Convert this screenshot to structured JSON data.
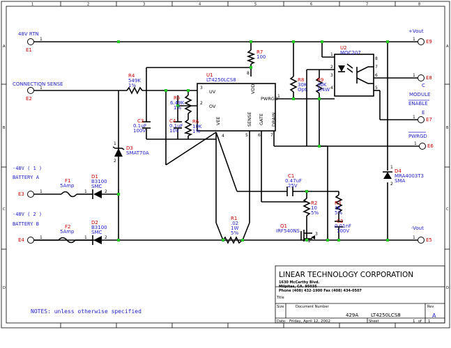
{
  "connectors": {
    "e1": {
      "ref": "E1",
      "label": "48V RTN"
    },
    "e2": {
      "ref": "E2",
      "label": "CONNECTION SENSE"
    },
    "e3": {
      "ref": "E3",
      "label": "-48V ( 1 )",
      "sub": "BATTERY A"
    },
    "e4": {
      "ref": "E4",
      "label": "-48V ( 2 )",
      "sub": "BATTERY B"
    },
    "e5": {
      "ref": "E5",
      "label": "-Vout"
    },
    "e6": {
      "ref": "E6",
      "label": "PWRGD"
    },
    "e7": {
      "ref": "E7"
    },
    "e8": {
      "ref": "E8"
    },
    "e9": {
      "ref": "E9",
      "label": "+Vout"
    },
    "module_enable": [
      "C",
      "MODULE",
      "ENABLE",
      "E"
    ]
  },
  "components": {
    "r1": {
      "ref": "R1",
      "value": ".02",
      "v2": "1W",
      "v3": "5%"
    },
    "r2": {
      "ref": "R2",
      "value": "10",
      "v2": "5%"
    },
    "r3": {
      "ref": "R3",
      "value": "1K",
      "v2": "5%"
    },
    "r4": {
      "ref": "R4",
      "value": "549K",
      "v2": "1%"
    },
    "r5": {
      "ref": "R5",
      "value": "6.49K",
      "v2": "1%"
    },
    "r6": {
      "ref": "R6",
      "value": "10K",
      "v2": "1%"
    },
    "r7": {
      "ref": "R7",
      "value": "100"
    },
    "r8": {
      "ref": "R8",
      "value": "30K",
      "v2": "Opt."
    },
    "r9": {
      "ref": "R9",
      "value": "30K",
      "v2": "1/4W"
    },
    "c1": {
      "ref": "C1",
      "value": "0.47uF",
      "v2": "25V"
    },
    "c2": {
      "ref": "C2",
      "value": "0.01nF",
      "v2": "100V"
    },
    "c3": {
      "ref": "C3",
      "value": "0.1uF",
      "v2": "100V"
    },
    "c4": {
      "ref": "C4",
      "value": "0.1uF",
      "v2": "10V"
    },
    "d1": {
      "ref": "D1",
      "value": "B3100",
      "v2": "SMC"
    },
    "d2": {
      "ref": "D2",
      "value": "B3100",
      "v2": "SMC"
    },
    "d3": {
      "ref": "D3",
      "value": "SMAT70A"
    },
    "d4": {
      "ref": "D4",
      "value": "MRA4003T3",
      "v2": "SMA"
    },
    "f1": {
      "ref": "F1",
      "value": "5Amp"
    },
    "f2": {
      "ref": "F2",
      "value": "5Amp"
    },
    "q1": {
      "ref": "Q1",
      "value": "IRF540NS"
    },
    "u1": {
      "ref": "U1",
      "value": "LT4250LCS8",
      "pins": {
        "uv": "UV",
        "ov": "OV",
        "vdd": "VDD",
        "pwrgd": "PWRGD",
        "vee": "VEE",
        "sense": "SENSE",
        "gate": "GATE",
        "drain": "DRAIN"
      }
    },
    "u2": {
      "ref": "U2",
      "value": "MOC207"
    }
  },
  "notes": "NOTES: unless otherwise specified",
  "title_block": {
    "company": "LINEAR TECHNOLOGY CORPORATION",
    "address1": "1630 McCarthy Blvd.",
    "address2": "Milpitas, CA. 95035",
    "phone": "Phone (408) 432-1900  Fax (408) 434-0507",
    "title_label": "Title",
    "size_label": "Size",
    "docnum_label": "Document Number",
    "rev_label": "Rev",
    "docnum_prefix": "429A",
    "docnum": "LT4250LCS8",
    "rev": "A",
    "date_label": "Date:",
    "date": "Friday, April 12, 2002",
    "sheet_label": "Sheet",
    "sheet_num": "1",
    "of": "of",
    "sheet_total": "1"
  },
  "border_cols": [
    "1",
    "2",
    "3",
    "4",
    "5",
    "6",
    "7",
    "8"
  ],
  "border_rows": [
    "A",
    "B",
    "C",
    "D"
  ]
}
